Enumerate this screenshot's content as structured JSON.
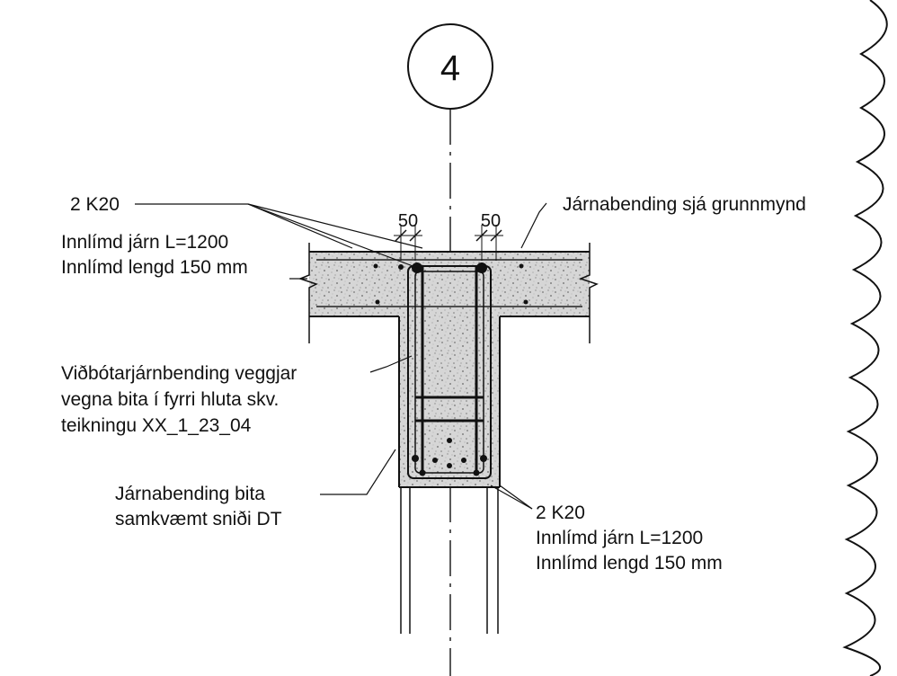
{
  "grid_marker": "4",
  "dimensions": [
    "50",
    "50"
  ],
  "labels": {
    "top_left_bar": "2 K20",
    "top_left_l1": "Innlímd járn L=1200",
    "top_left_l2": "Innlímd lengd 150 mm",
    "top_right": "Járnabending sjá grunnmynd",
    "mid_l1": "Viðbótarjárnbending veggjar",
    "mid_l2": "vegna bita í fyrri hluta skv.",
    "mid_l3": "teikningu XX_1_23_04",
    "beam_l1": "Járnabending bita",
    "beam_l2": "samkvæmt sniði DT",
    "bottom_bar": "2 K20",
    "bottom_l1": "Innlímd járn L=1200",
    "bottom_l2": "Innlímd lengd 150 mm"
  },
  "colors": {
    "ink": "#111111",
    "concrete": "#d4d4d4",
    "background": "#ffffff"
  }
}
